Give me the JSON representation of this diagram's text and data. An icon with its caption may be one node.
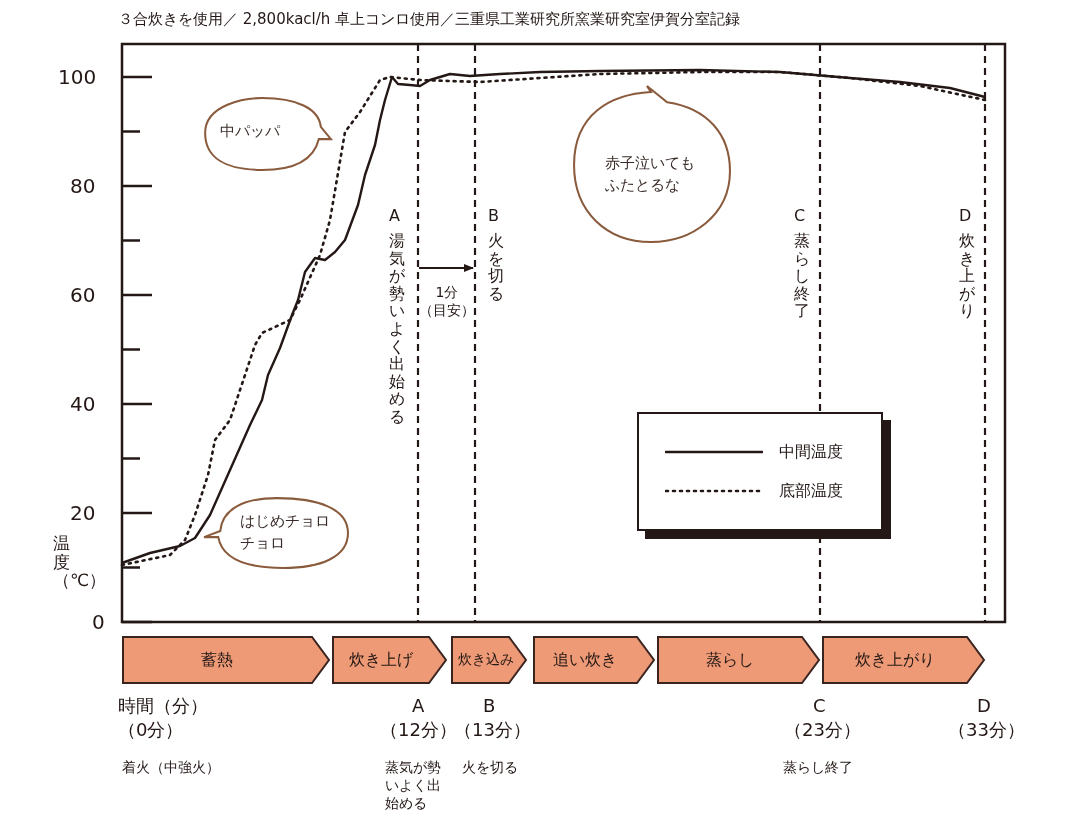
{
  "diagram": {
    "title": "３合炊きを使用／ 2,800kacl/h 卓上コンロ使用／三重県工業研究所窯業研究室伊賀分室記録",
    "nodes": [
      {
        "text": [
          "中パッパ"
        ]
      },
      {
        "text": [
          "赤子泣いてもふたとるな"
        ]
      },
      {
        "text": [
          "はじめチョロチョロ"
        ]
      },
      {
        "text": [
          "蓄熱"
        ]
      },
      {
        "text": [
          "炊き上げ"
        ]
      },
      {
        "text": [
          "炊き込み"
        ]
      },
      {
        "text": [
          "追い炊き"
        ]
      },
      {
        "text": [
          "蒸らし"
        ]
      },
      {
        "text": [
          "炊き上がり"
        ]
      }
    ],
    "edges": [],
    "labels": [
      "100",
      "80",
      "60",
      "40",
      "20",
      "0",
      "温度（℃）",
      "A",
      "湯気が勢いよく出始める",
      "1分（目安）",
      "B",
      "火を切る",
      "C",
      "蒸らし終了",
      "D",
      "炊き上がり",
      "時間（分）",
      "（0分）",
      "着火（中強火）",
      "A",
      "（12分）",
      "蒸気が勢いよく出始める",
      "B",
      "（13分）",
      "火を切る",
      "C",
      "（23分）",
      "蒸らし終了",
      "D",
      "（33分）"
    ],
    "legend": [
      {
        "text": "中間温度"
      },
      {
        "text": "底部温度"
      }
    ]
  }
}
